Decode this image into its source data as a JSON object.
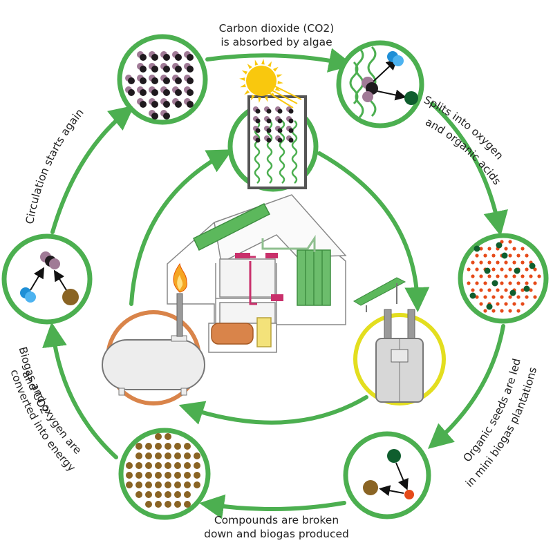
{
  "colors": {
    "ring_green": "#4caf50",
    "algae_green": "#5cb85c",
    "molecule_purple": "#a07a96",
    "molecule_black": "#1f1a1e",
    "oxygen_blue": "#1f8fd6",
    "organic_dark_green": "#0f5e2e",
    "seed_red": "#e64a19",
    "biogas_brown": "#8a6424",
    "tank_ring_orange": "#d9844a",
    "digester_ring_yellow": "#e3de1f",
    "pipe_pink": "#c9306b",
    "flame_orange": "#f5a623",
    "sun_yellow": "#f9c80e"
  },
  "labels": {
    "step1_line1": "Carbon dioxide (CO2)",
    "step1_line2": "is absorbed by algae",
    "step2_line1": "Splits into oxygen",
    "step2_line2": "and organic acids",
    "step3_line1": "Organic seeds are led",
    "step3_line2": "in mini biogas plantations",
    "step4_line1": "Compounds are broken",
    "step4_line2": "down and biogas produced",
    "step5_line1": "Biogas and oxygen are",
    "step5_line2": "converted into energy",
    "step5_line3": "and CO2",
    "step6_line1": "Circulation starts again"
  },
  "icons": {
    "sun": "sun-icon",
    "flame": "flame-icon",
    "house": "house-icon",
    "gas_tank": "gas-tank-icon",
    "digester": "digester-icon",
    "algae_panel": "algae-panel-icon",
    "solar_panel": "solar-panel-icon"
  }
}
